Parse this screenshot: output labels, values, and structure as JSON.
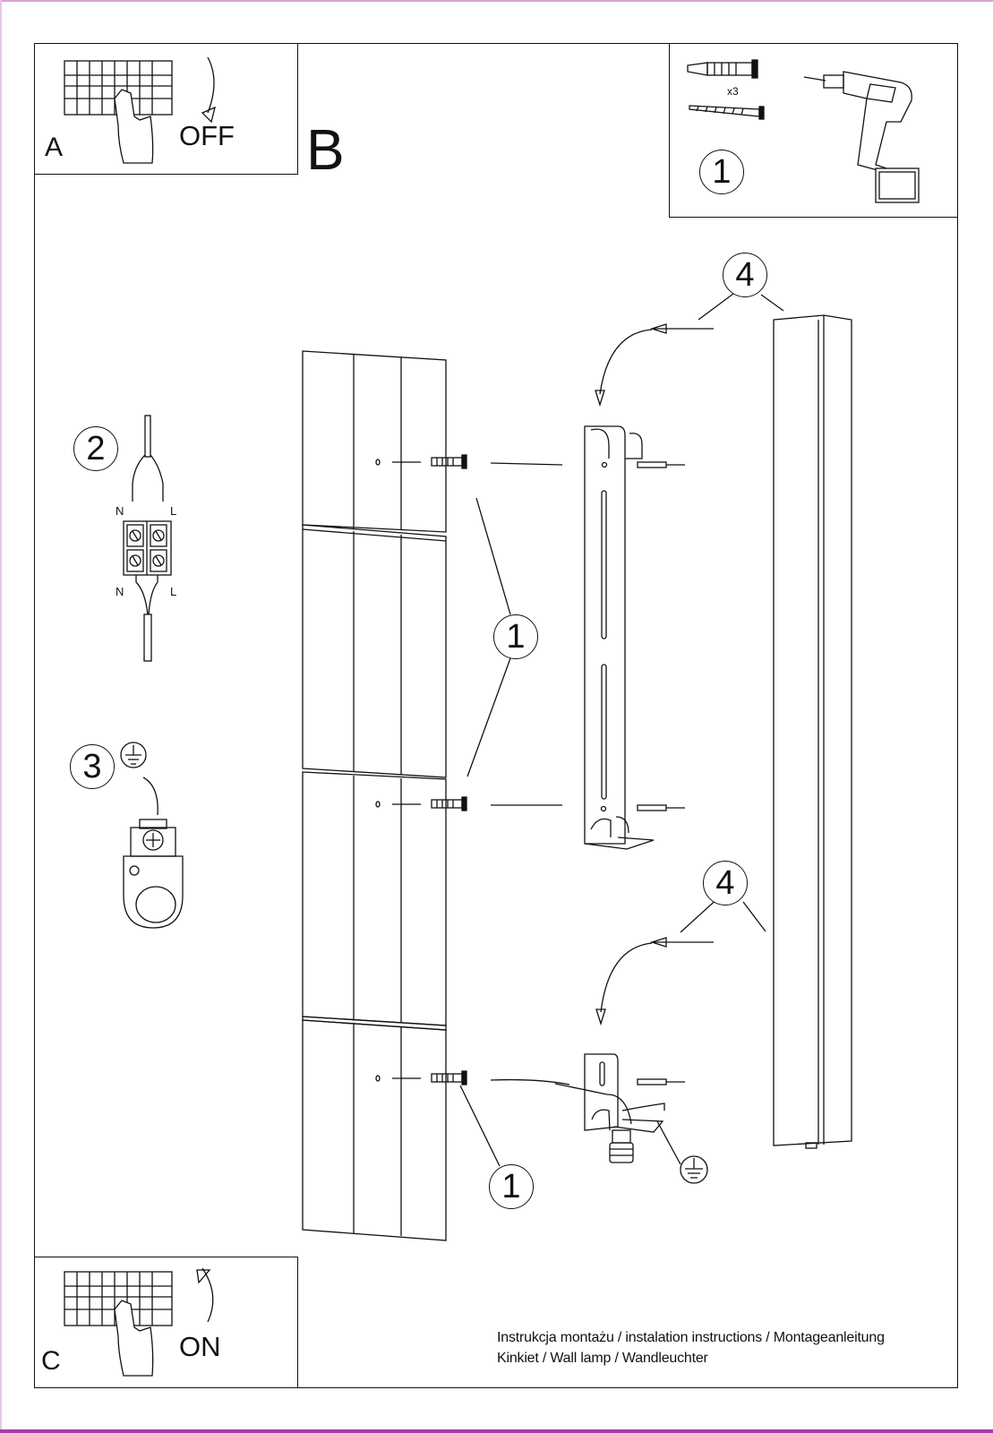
{
  "panels": {
    "a": {
      "letter": "A",
      "state": "OFF"
    },
    "b": {
      "letter": "B"
    },
    "c": {
      "letter": "C",
      "state": "ON"
    }
  },
  "tools": {
    "quantity": "x3",
    "step": "1"
  },
  "wiring": {
    "step": "2",
    "neutral_top": "N",
    "live_top": "L",
    "neutral_bottom": "N",
    "live_bottom": "L"
  },
  "earth": {
    "step": "3"
  },
  "steps": {
    "fix_upper": "1",
    "fix_lower": "1",
    "hang_upper": "4",
    "hang_lower": "4"
  },
  "footer": {
    "line1": "Instrukcja montażu / instalation instructions / Montageanleitung",
    "line2": "Kinkiet / Wall lamp / Wandleuchter"
  }
}
